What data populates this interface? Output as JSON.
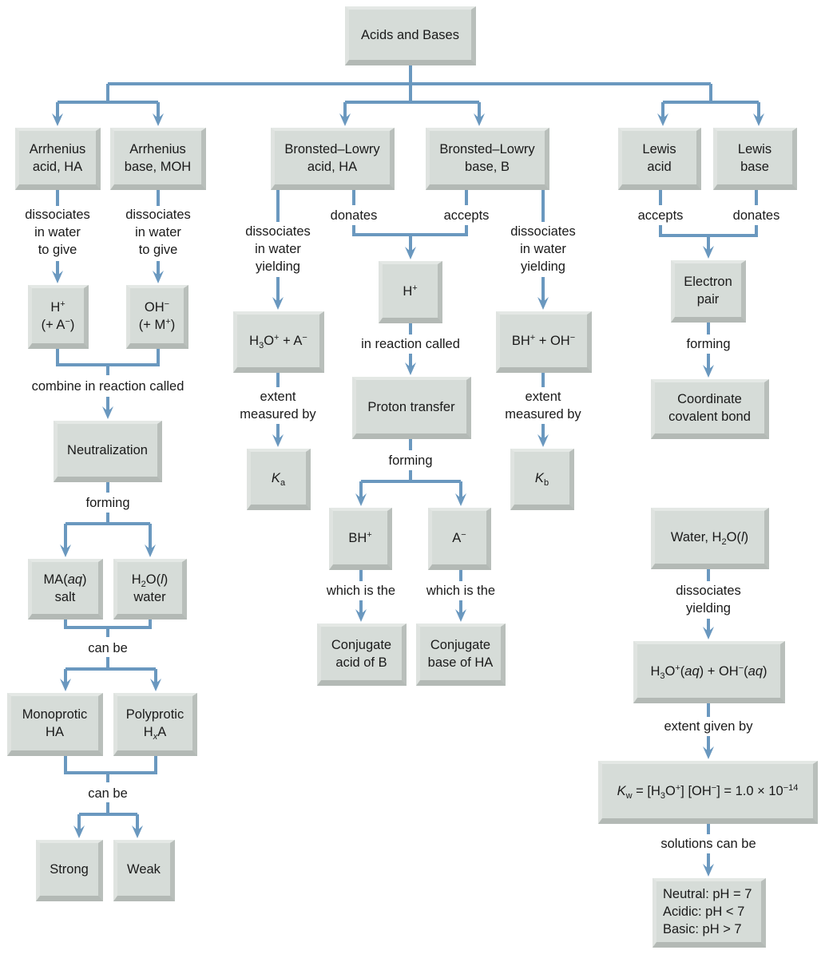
{
  "title": "Acids and Bases",
  "colors": {
    "connector": "#6a98bf",
    "box_fill": "#d6dcd8",
    "text": "#1a1a1a"
  },
  "boxes": {
    "root": "Acids and Bases",
    "arrhenius_acid": [
      "Arrhenius",
      "acid, HA"
    ],
    "arrhenius_base": [
      "Arrhenius",
      "base, MOH"
    ],
    "bl_acid": [
      "Bronsted–Lowry",
      "acid, HA"
    ],
    "bl_base": [
      "Bronsted–Lowry",
      "base, B"
    ],
    "lewis_acid": [
      "Lewis",
      "acid"
    ],
    "lewis_base": [
      "Lewis",
      "base"
    ],
    "h_plus_a": {
      "l1_main": "H",
      "l1_sup": "+",
      "l2_pre": "(+ A",
      "l2_sup": "−",
      "l2_post": ")"
    },
    "oh_minus_m": {
      "l1_main": "OH",
      "l1_sup": "−",
      "l2_pre": "(+ M",
      "l2_sup": "+",
      "l2_post": ")"
    },
    "h3o_a": {
      "a": "H",
      "sub": "3",
      "b": "O",
      "sup1": "+",
      "c": " + A",
      "sup2": "−"
    },
    "h_plus_center": {
      "main": "H",
      "sup": "+"
    },
    "bh_oh": {
      "a": "BH",
      "sup1": "+",
      "b": " + OH",
      "sup2": "−"
    },
    "electron_pair": [
      "Electron",
      "pair"
    ],
    "neutralization": "Neutralization",
    "proton_transfer": "Proton transfer",
    "coordinate_bond": [
      "Coordinate",
      "covalent bond"
    ],
    "ka": {
      "main": "K",
      "sub": "a"
    },
    "kb": {
      "main": "K",
      "sub": "b"
    },
    "ma_salt": {
      "a": "MA(",
      "i": "aq",
      "b": ")",
      "l2": "salt"
    },
    "h2o_water": {
      "a": "H",
      "sub": "2",
      "b": "O(",
      "i": "l",
      "c": ")",
      "l2": "water"
    },
    "bh_plus": {
      "main": "BH",
      "sup": "+"
    },
    "a_minus": {
      "main": "A",
      "sup": "−"
    },
    "water_h2o": {
      "a": "Water, H",
      "sub": "2",
      "b": "O(",
      "i": "l",
      "c": ")"
    },
    "conj_acid": [
      "Conjugate",
      "acid of B"
    ],
    "conj_base": [
      "Conjugate",
      "base of HA"
    ],
    "monoprotic": [
      "Monoprotic",
      "HA"
    ],
    "polyprotic": {
      "l1": "Polyprotic",
      "a": "H",
      "sub": "x",
      "b": "A"
    },
    "h3o_oh_aq": {
      "a": "H",
      "sub": "3",
      "b": "O",
      "sup1": "+",
      "c": "(",
      "i1": "aq",
      "d": ") + OH",
      "sup2": "−",
      "e": "(",
      "i2": "aq",
      "f": ")"
    },
    "strong": "Strong",
    "weak": "Weak",
    "kw": {
      "k": "K",
      "ksub": "w",
      "a": " = [H",
      "sub": "3",
      "b": "O",
      "sup1": "+",
      "c": "] [OH",
      "sup2": "−",
      "d": "] = 1.0 × 10",
      "sup3": "−14"
    },
    "ph_cases": [
      "Neutral: pH = 7",
      "Acidic: pH < 7",
      "Basic: pH > 7"
    ]
  },
  "labels": {
    "arrh_acid_diss": [
      "dissociates",
      "in water",
      "to give"
    ],
    "arrh_base_diss": [
      "dissociates",
      "in water",
      "to give"
    ],
    "combine": "combine in reaction called",
    "neut_forming": "forming",
    "can_be_1": "can be",
    "can_be_2": "can be",
    "bl_acid_diss": [
      "dissociates",
      "in water",
      "yielding"
    ],
    "bl_donates": "donates",
    "bl_accepts": "accepts",
    "bl_base_diss": [
      "dissociates",
      "in water",
      "yielding"
    ],
    "in_reaction": "in reaction called",
    "ka_extent": [
      "extent",
      "measured by"
    ],
    "kb_extent": [
      "extent",
      "measured by"
    ],
    "pt_forming": "forming",
    "which_1": "which is the",
    "which_2": "which is the",
    "lewis_accepts": "accepts",
    "lewis_donates": "donates",
    "ep_forming": "forming",
    "water_diss": [
      "dissociates",
      "yielding"
    ],
    "extent_given": "extent given by",
    "solutions": "solutions can be"
  }
}
